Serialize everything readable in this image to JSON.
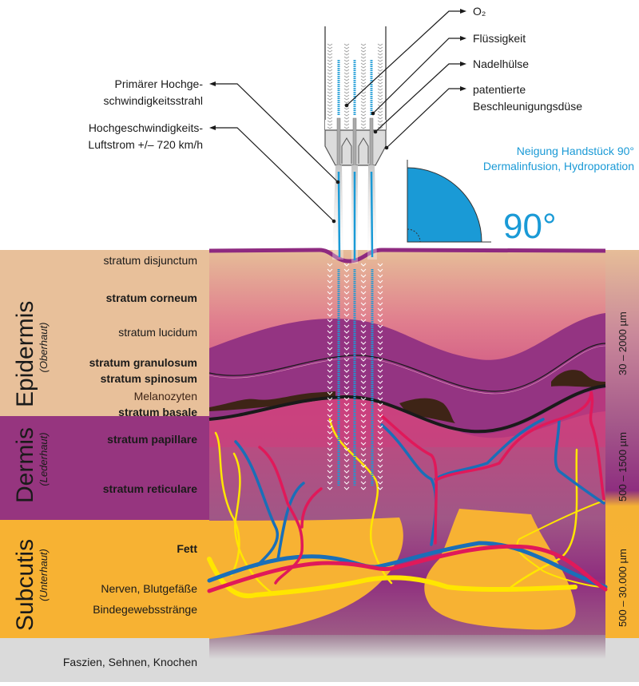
{
  "callouts_right": {
    "o2": "O₂",
    "liquid": "Flüssigkeit",
    "needle_sleeve": "Nadelhülse",
    "nozzle_line1": "patentierte",
    "nozzle_line2": "Beschleunigungsdüse"
  },
  "callouts_left": {
    "jet_line1": "Primärer Hochge-",
    "jet_line2": "schwindigkeitsstrahl",
    "air_line1": "Hochgeschwindigkeits-",
    "air_line2": "Luftstrom +/– 720 km/h"
  },
  "angle": {
    "caption_line1": "Neigung Handstück 90°",
    "caption_line2": "Dermalinfusion, Hydroporation",
    "value": "90°",
    "degrees": 90
  },
  "layers": {
    "epidermis": {
      "title": "Epidermis",
      "subtitle": "(Oberhaut)",
      "thickness": "30 – 2000 µm",
      "strata": [
        {
          "label": "stratum disjunctum",
          "bold": false
        },
        {
          "label": "stratum corneum",
          "bold": true
        },
        {
          "label": "stratum lucidum",
          "bold": false
        },
        {
          "label": "stratum granulosum",
          "bold": true
        },
        {
          "label": "stratum spinosum",
          "bold": true
        },
        {
          "label": "Melanozyten",
          "bold": false
        },
        {
          "label": "stratum basale",
          "bold": true
        }
      ]
    },
    "dermis": {
      "title": "Dermis",
      "subtitle": "(Lederhaut)",
      "thickness": "500 – 1500 µm",
      "strata": [
        {
          "label": "stratum papillare",
          "bold": true
        },
        {
          "label": "stratum reticulare",
          "bold": true
        }
      ]
    },
    "subcutis": {
      "title": "Subcutis",
      "subtitle": "(Unterhaut)",
      "thickness": "500 – 30.000 µm",
      "strata": [
        {
          "label": "Fett",
          "bold": true
        },
        {
          "label": "Nerven, Blutgefäße",
          "bold": false
        },
        {
          "label": "Bindegewebsstränge",
          "bold": false
        }
      ]
    },
    "fascia": {
      "label": "Faszien, Sehnen, Knochen"
    }
  },
  "colors": {
    "epidermis_side": "#e8c09a",
    "dermis_side": "#96357f",
    "subcutis_side": "#f7b233",
    "fascia": "#dadada",
    "surface": "#8e2a80",
    "accent_blue": "#1a9ad6",
    "vein": "#1a6fb8",
    "artery": "#e0195a",
    "nerve": "#ffe600",
    "melanocyte": "#3e2416"
  }
}
